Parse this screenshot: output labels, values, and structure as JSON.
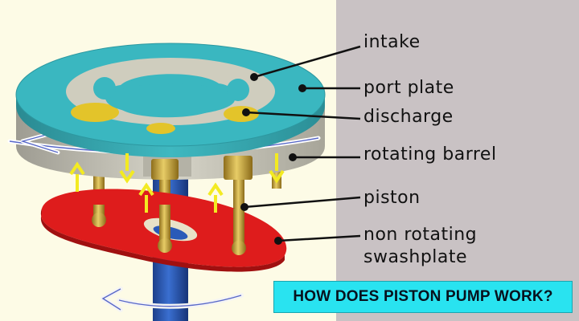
{
  "colors": {
    "left_background": "#fdfbe6",
    "right_background": "#c9c2c4",
    "port_plate": "#3ab7c0",
    "barrel": "#c8c6ba",
    "swashplate": "#de1c1c",
    "piston": "#d8b84e",
    "shaft": "#2a5ab8",
    "force_arrows": "#f3ea22",
    "banner": "#29e3f0"
  },
  "labels": {
    "intake": "intake",
    "port_plate": "port plate",
    "discharge": "discharge",
    "rotating_barrel": "rotating barrel",
    "piston": "piston",
    "swashplate_line1": "non rotating",
    "swashplate_line2": "swashplate"
  },
  "banner": "HOW DOES PISTON PUMP WORK?",
  "arrows": [
    {
      "direction": "up"
    },
    {
      "direction": "down"
    },
    {
      "direction": "up"
    },
    {
      "direction": "up"
    },
    {
      "direction": "down"
    }
  ],
  "icons": [
    "rotation-arrow-icon"
  ]
}
